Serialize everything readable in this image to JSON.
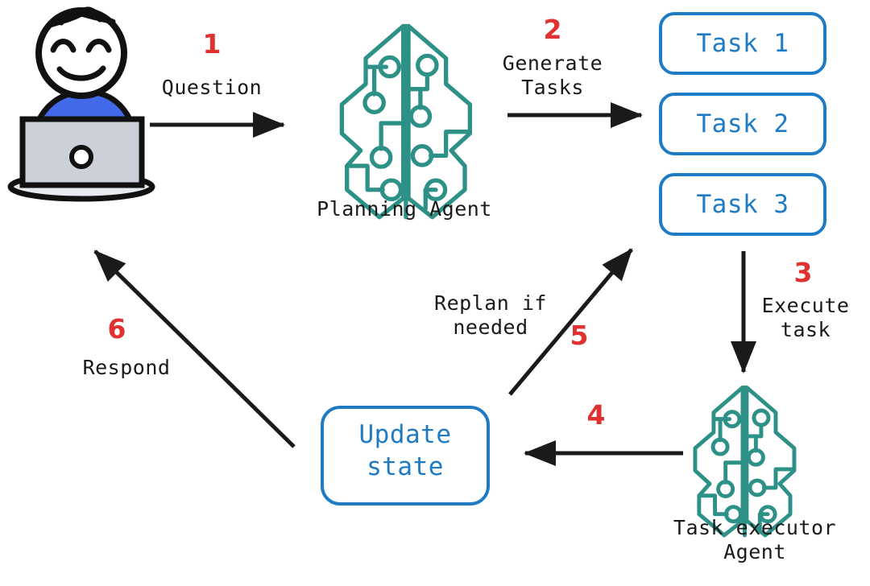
{
  "diagram": {
    "title": "Planning agent and task executor loop",
    "background": "#ffffff",
    "colors": {
      "red_number": "#e03131",
      "blue_box": "#1f7cc4",
      "teal_brain": "#2e9187",
      "black_line": "#1a1a1a",
      "shirt_blue": "#4169e8",
      "laptop_gray": "#ccd1d9"
    }
  },
  "actors": {
    "user": {
      "name": "user-at-laptop",
      "shirt_color": "#4169e8",
      "laptop_color": "#ccd1d9"
    },
    "planning_agent": {
      "caption": "Planning Agent",
      "icon": "brain-circuit-icon"
    },
    "task_executor_agent": {
      "caption_line1": "Task executor",
      "caption_line2": "Agent",
      "icon": "brain-circuit-icon"
    }
  },
  "task_boxes": [
    {
      "label": "Task 1"
    },
    {
      "label": "Task 2"
    },
    {
      "label": "Task 3"
    }
  ],
  "state_box": {
    "line1": "Update",
    "line2": "state"
  },
  "steps": [
    {
      "number": "1",
      "label": "Question",
      "label_line2": ""
    },
    {
      "number": "2",
      "label": "Generate",
      "label_line2": "Tasks"
    },
    {
      "number": "3",
      "label": "Execute",
      "label_line2": "task"
    },
    {
      "number": "4",
      "label": "",
      "label_line2": ""
    },
    {
      "number": "5",
      "label": "Replan if",
      "label_line2": "needed"
    },
    {
      "number": "6",
      "label": "Respond",
      "label_line2": ""
    }
  ]
}
